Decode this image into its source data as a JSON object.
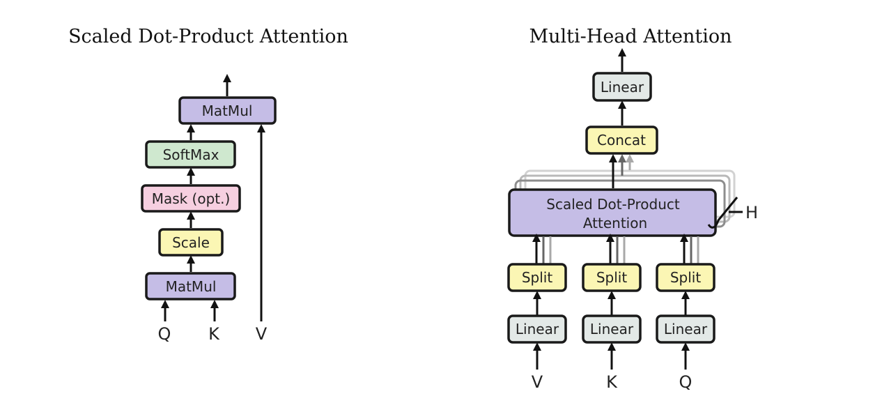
{
  "left_diagram": {
    "title": "Scaled Dot-Product Attention",
    "blocks": {
      "matmul_top": "MatMul",
      "softmax": "SoftMax",
      "mask": "Mask (opt.)",
      "scale": "Scale",
      "matmul_bottom": "MatMul"
    },
    "inputs": {
      "q": "Q",
      "k": "K",
      "v": "V"
    }
  },
  "right_diagram": {
    "title": "Multi-Head Attention",
    "blocks": {
      "linear_out": "Linear",
      "concat": "Concat",
      "attention_line1": "Scaled Dot-Product",
      "attention_line2": "Attention",
      "heads_label": "H",
      "split_v": "Split",
      "split_k": "Split",
      "split_q": "Split",
      "linear_v": "Linear",
      "linear_k": "Linear",
      "linear_q": "Linear"
    },
    "inputs": {
      "v": "V",
      "k": "K",
      "q": "Q"
    }
  },
  "colors": {
    "matmul_purple": "#c5bde6",
    "softmax_green": "#cfe8cf",
    "mask_pink": "#f6cfe0",
    "scale_yellow": "#fbf6b4",
    "linear_gray": "#e3e9e7",
    "stroke": "#1a1a1a"
  }
}
